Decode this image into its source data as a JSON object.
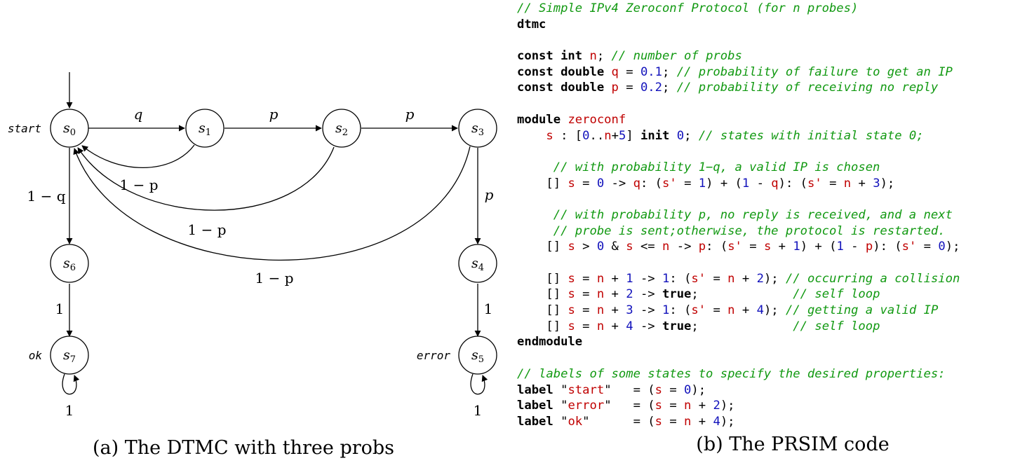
{
  "diagram": {
    "states": [
      {
        "id": "s0",
        "base": "s",
        "sub": "0"
      },
      {
        "id": "s1",
        "base": "s",
        "sub": "1"
      },
      {
        "id": "s2",
        "base": "s",
        "sub": "2"
      },
      {
        "id": "s3",
        "base": "s",
        "sub": "3"
      },
      {
        "id": "s4",
        "base": "s",
        "sub": "4"
      },
      {
        "id": "s5",
        "base": "s",
        "sub": "5"
      },
      {
        "id": "s6",
        "base": "s",
        "sub": "6"
      },
      {
        "id": "s7",
        "base": "s",
        "sub": "7"
      }
    ],
    "state_tags": {
      "start": "start",
      "ok": "ok",
      "error": "error"
    },
    "edges": {
      "s0_s1": "q",
      "s1_s2": "p",
      "s2_s3": "p",
      "s1_s0": "1 − p",
      "s2_s0": "1 − p",
      "s3_s0": "1 − p",
      "s0_s6": "1 − q",
      "s3_s4": "p",
      "s6_s7": "1",
      "s4_s5": "1",
      "s7_loop": "1",
      "s5_loop": "1"
    },
    "caption_a": "(a) The DTMC with three probs",
    "caption_b": "(b) The PRSIM code"
  },
  "code_lines": [
    [
      [
        "cm",
        "// Simple IPv4 Zeroconf Protocol (for n probes)"
      ]
    ],
    [
      [
        "kw",
        "dtmc"
      ]
    ],
    [],
    [
      [
        "kw",
        "const int "
      ],
      [
        "vr",
        "n"
      ],
      [
        "tx",
        "; "
      ],
      [
        "cm",
        "// number of probs"
      ]
    ],
    [
      [
        "kw",
        "const double "
      ],
      [
        "vr",
        "q"
      ],
      [
        "tx",
        " = "
      ],
      [
        "nm",
        "0.1"
      ],
      [
        "tx",
        "; "
      ],
      [
        "cm",
        "// probability of failure to get an IP"
      ]
    ],
    [
      [
        "kw",
        "const double "
      ],
      [
        "vr",
        "p"
      ],
      [
        "tx",
        " = "
      ],
      [
        "nm",
        "0.2"
      ],
      [
        "tx",
        "; "
      ],
      [
        "cm",
        "// probability of receiving no reply"
      ]
    ],
    [],
    [
      [
        "kw",
        "module "
      ],
      [
        "vr",
        "zeroconf"
      ]
    ],
    [
      [
        "tx",
        "    "
      ],
      [
        "vr",
        "s"
      ],
      [
        "tx",
        " : ["
      ],
      [
        "nm",
        "0"
      ],
      [
        "tx",
        ".."
      ],
      [
        "vr",
        "n"
      ],
      [
        "tx",
        "+"
      ],
      [
        "nm",
        "5"
      ],
      [
        "tx",
        "] "
      ],
      [
        "kw",
        "init "
      ],
      [
        "nm",
        "0"
      ],
      [
        "tx",
        "; "
      ],
      [
        "cm",
        "// states with initial state 0;"
      ]
    ],
    [],
    [
      [
        "tx",
        "     "
      ],
      [
        "cm",
        "// with probability 1−q, a valid IP is chosen"
      ]
    ],
    [
      [
        "tx",
        "    [] "
      ],
      [
        "vr",
        "s"
      ],
      [
        "tx",
        " = "
      ],
      [
        "nm",
        "0"
      ],
      [
        "tx",
        " -> "
      ],
      [
        "vr",
        "q"
      ],
      [
        "tx",
        ": ("
      ],
      [
        "vr",
        "s'"
      ],
      [
        "tx",
        " = "
      ],
      [
        "nm",
        "1"
      ],
      [
        "tx",
        ") + ("
      ],
      [
        "nm",
        "1"
      ],
      [
        "tx",
        " - "
      ],
      [
        "vr",
        "q"
      ],
      [
        "tx",
        "): ("
      ],
      [
        "vr",
        "s'"
      ],
      [
        "tx",
        " = "
      ],
      [
        "vr",
        "n"
      ],
      [
        "tx",
        " + "
      ],
      [
        "nm",
        "3"
      ],
      [
        "tx",
        ");"
      ]
    ],
    [],
    [
      [
        "tx",
        "     "
      ],
      [
        "cm",
        "// with probability p, no reply is received, and a next"
      ]
    ],
    [
      [
        "tx",
        "     "
      ],
      [
        "cm",
        "// probe is sent;otherwise, the protocol is restarted."
      ]
    ],
    [
      [
        "tx",
        "    [] "
      ],
      [
        "vr",
        "s"
      ],
      [
        "tx",
        " > "
      ],
      [
        "nm",
        "0"
      ],
      [
        "tx",
        " & "
      ],
      [
        "vr",
        "s"
      ],
      [
        "tx",
        " <= "
      ],
      [
        "vr",
        "n"
      ],
      [
        "tx",
        " -> "
      ],
      [
        "vr",
        "p"
      ],
      [
        "tx",
        ": ("
      ],
      [
        "vr",
        "s'"
      ],
      [
        "tx",
        " = "
      ],
      [
        "vr",
        "s"
      ],
      [
        "tx",
        " + "
      ],
      [
        "nm",
        "1"
      ],
      [
        "tx",
        ") + ("
      ],
      [
        "nm",
        "1"
      ],
      [
        "tx",
        " - "
      ],
      [
        "vr",
        "p"
      ],
      [
        "tx",
        "): ("
      ],
      [
        "vr",
        "s'"
      ],
      [
        "tx",
        " = "
      ],
      [
        "nm",
        "0"
      ],
      [
        "tx",
        ");"
      ]
    ],
    [],
    [
      [
        "tx",
        "    [] "
      ],
      [
        "vr",
        "s"
      ],
      [
        "tx",
        " = "
      ],
      [
        "vr",
        "n"
      ],
      [
        "tx",
        " + "
      ],
      [
        "nm",
        "1"
      ],
      [
        "tx",
        " -> "
      ],
      [
        "nm",
        "1"
      ],
      [
        "tx",
        ": ("
      ],
      [
        "vr",
        "s'"
      ],
      [
        "tx",
        " = "
      ],
      [
        "vr",
        "n"
      ],
      [
        "tx",
        " + "
      ],
      [
        "nm",
        "2"
      ],
      [
        "tx",
        "); "
      ],
      [
        "cm",
        "// occurring a collision"
      ]
    ],
    [
      [
        "tx",
        "    [] "
      ],
      [
        "vr",
        "s"
      ],
      [
        "tx",
        " = "
      ],
      [
        "vr",
        "n"
      ],
      [
        "tx",
        " + "
      ],
      [
        "nm",
        "2"
      ],
      [
        "tx",
        " -> "
      ],
      [
        "kw",
        "true"
      ],
      [
        "tx",
        ";             "
      ],
      [
        "cm",
        "// self loop"
      ]
    ],
    [
      [
        "tx",
        "    [] "
      ],
      [
        "vr",
        "s"
      ],
      [
        "tx",
        " = "
      ],
      [
        "vr",
        "n"
      ],
      [
        "tx",
        " + "
      ],
      [
        "nm",
        "3"
      ],
      [
        "tx",
        " -> "
      ],
      [
        "nm",
        "1"
      ],
      [
        "tx",
        ": ("
      ],
      [
        "vr",
        "s'"
      ],
      [
        "tx",
        " = "
      ],
      [
        "vr",
        "n"
      ],
      [
        "tx",
        " + "
      ],
      [
        "nm",
        "4"
      ],
      [
        "tx",
        "); "
      ],
      [
        "cm",
        "// getting a valid IP"
      ]
    ],
    [
      [
        "tx",
        "    [] "
      ],
      [
        "vr",
        "s"
      ],
      [
        "tx",
        " = "
      ],
      [
        "vr",
        "n"
      ],
      [
        "tx",
        " + "
      ],
      [
        "nm",
        "4"
      ],
      [
        "tx",
        " -> "
      ],
      [
        "kw",
        "true"
      ],
      [
        "tx",
        ";             "
      ],
      [
        "cm",
        "// self loop"
      ]
    ],
    [
      [
        "kw",
        "endmodule"
      ]
    ],
    [],
    [
      [
        "cm",
        "// labels of some states to specify the desired properties:"
      ]
    ],
    [
      [
        "kw",
        "label "
      ],
      [
        "tx",
        "\""
      ],
      [
        "vr",
        "start"
      ],
      [
        "tx",
        "\"   = ("
      ],
      [
        "vr",
        "s"
      ],
      [
        "tx",
        " = "
      ],
      [
        "nm",
        "0"
      ],
      [
        "tx",
        ");"
      ]
    ],
    [
      [
        "kw",
        "label "
      ],
      [
        "tx",
        "\""
      ],
      [
        "vr",
        "error"
      ],
      [
        "tx",
        "\"   = ("
      ],
      [
        "vr",
        "s"
      ],
      [
        "tx",
        " = "
      ],
      [
        "vr",
        "n"
      ],
      [
        "tx",
        " + "
      ],
      [
        "nm",
        "2"
      ],
      [
        "tx",
        ");"
      ]
    ],
    [
      [
        "kw",
        "label "
      ],
      [
        "tx",
        "\""
      ],
      [
        "vr",
        "ok"
      ],
      [
        "tx",
        "\"      = ("
      ],
      [
        "vr",
        "s"
      ],
      [
        "tx",
        " = "
      ],
      [
        "vr",
        "n"
      ],
      [
        "tx",
        " + "
      ],
      [
        "nm",
        "4"
      ],
      [
        "tx",
        ");"
      ]
    ]
  ]
}
